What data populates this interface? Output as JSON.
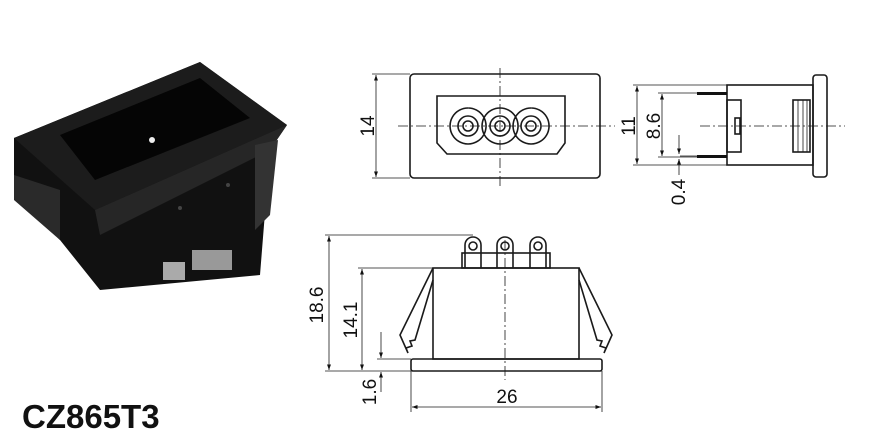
{
  "product": {
    "model": "CZ865T3"
  },
  "dimensions": {
    "front_height": "14",
    "side_height": "11",
    "pin_spacing": "8.6",
    "pin_thickness": "0.4",
    "total_height": "18.6",
    "body_height": "14.1",
    "flange_thickness": "1.6",
    "flange_width": "26"
  }
}
